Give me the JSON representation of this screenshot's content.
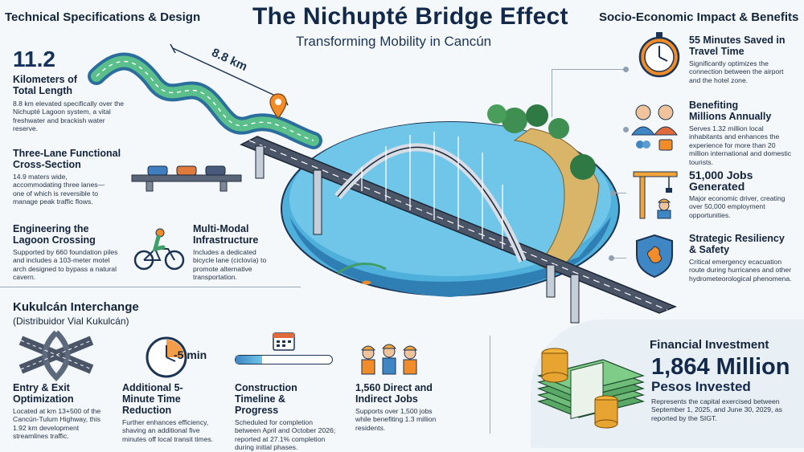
{
  "header": {
    "title": "The Nichupté Bridge Effect",
    "subtitle": "Transforming Mobility in Cancún"
  },
  "left": {
    "section_title": "Technical Specifications & Design",
    "length": {
      "number": "11.2",
      "label": "Kilometers of Total Length",
      "text": "8.8 km elevated specifically over the Nichupté Lagoon system, a vital freshwater and brackish water reserve."
    },
    "distance_label": "8.8 km",
    "three_lane": {
      "title": "Three-Lane Functional Cross-Section",
      "text": "14.9 maters wide, accommodating three lanes—one of which is reversible to manage peak traffic flows."
    },
    "engineering": {
      "title": "Engineering the Lagoon Crossing",
      "text": "Supported by 660 foundation piles and includes a 103-meter motel arch designed to bypass a natural cavern."
    },
    "multimodal": {
      "title": "Multi-Modal Infrastructure",
      "text": "Includes a dedicated bicycle lane (ciclovía) to promote alternative transportation."
    }
  },
  "right": {
    "section_title": "Socio-Economic Impact & Benefits",
    "minutes": {
      "title": "55 Minutes Saved in Travel Time",
      "text": "Significantly optimizes the connection between the airport and the hotel zone."
    },
    "millions": {
      "title": "Benefiting Millions Annually",
      "text": "Serves 1.32 million local inhabitants and enhances the experience for more than 20 million international and domestic tourists."
    },
    "jobs": {
      "title": "51,000 Jobs Generated",
      "text": "Major economic driver, creating over 50,000 employment opportunities."
    },
    "resiliency": {
      "title": "Strategic Resiliency & Safety",
      "text": "Critical emergency ecacuation route during hurricanes and other hydrometeorological phenomena."
    }
  },
  "bottom": {
    "interchange_title": "Kukulcán Interchange",
    "interchange_sub": "(Distribuidor Vial Kukulcán)",
    "entry": {
      "title": "Entry & Exit Optimization",
      "text": "Located at km 13+500 of the Cancún-Tulum Highway, this 1.92 km development streamlines traffic."
    },
    "additional": {
      "title": "Additional 5-Minute Time Reduction",
      "text": "Further enhances efficiency, shaving an additional five minutes off local transit times.",
      "badge": "-5 min"
    },
    "timeline": {
      "title": "Construction Timeline & Progress",
      "text": "Scheduled for completion between April and October 2026; reported at 27.1% completion during initial phases.",
      "progress": 0.271
    },
    "direct_jobs": {
      "title": "1,560 Direct and Indirect Jobs",
      "text": "Supports over 1,500 jobs while benefiting 1.3 million residents."
    }
  },
  "finance": {
    "section_title": "Financial Investment",
    "amount": "1,864 Million",
    "unit": "Pesos Invested",
    "text": "Represents the capital exercised between September 1, 2025, and June 30, 2029, as reported by the SIGT."
  },
  "colors": {
    "navy": "#13294b",
    "water": "#3fa6d6",
    "road": "#4a5567",
    "accent": "#f28c28"
  }
}
